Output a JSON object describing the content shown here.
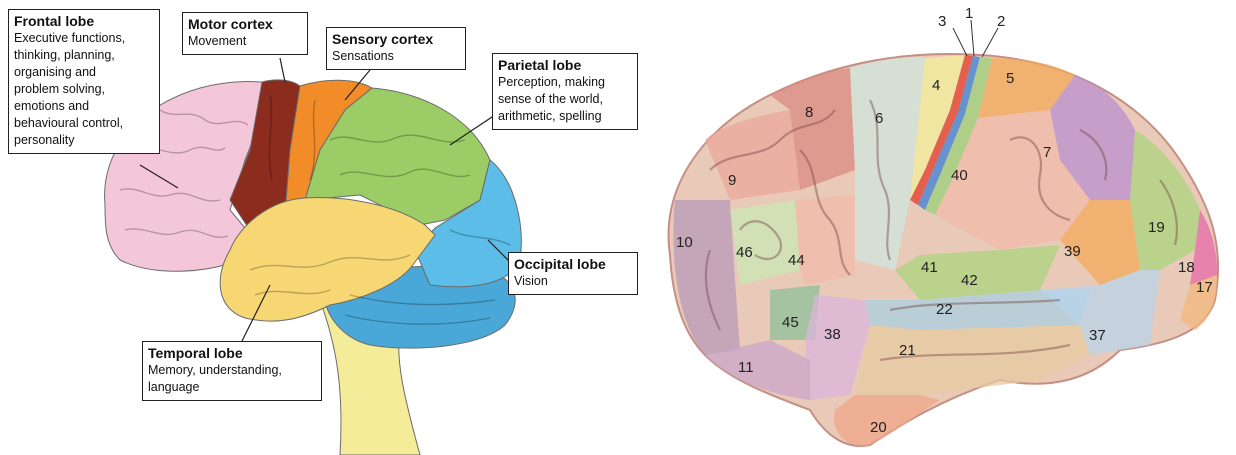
{
  "lobe_diagram": {
    "callouts": [
      {
        "title": "Frontal lobe",
        "desc": "Executive functions,\nthinking, planning,\norganising and\nproblem solving,\nemotions and\nbehavioural control,\npersonality"
      },
      {
        "title": "Motor cortex",
        "desc": "Movement"
      },
      {
        "title": "Sensory cortex",
        "desc": "Sensations"
      },
      {
        "title": "Parietal lobe",
        "desc": "Perception, making\nsense of the world,\narithmetic, spelling"
      },
      {
        "title": "Occipital lobe",
        "desc": "Vision"
      },
      {
        "title": "Temporal lobe",
        "desc": "Memory, understanding,\nlanguage"
      }
    ],
    "colors": {
      "frontal": "#f4c6d9",
      "motor": "#8b2c1e",
      "sensory": "#f28c28",
      "parietal": "#9ccc65",
      "occipital": "#5bbde8",
      "temporal": "#f7d774",
      "cerebellum": "#4aa8d8",
      "brainstem": "#f5ec9a"
    }
  },
  "brodmann_map": {
    "areas": [
      "3",
      "1",
      "2",
      "4",
      "5",
      "8",
      "6",
      "7",
      "9",
      "40",
      "10",
      "46",
      "44",
      "19",
      "41",
      "42",
      "39",
      "18",
      "17",
      "45",
      "22",
      "38",
      "37",
      "21",
      "11",
      "20"
    ]
  }
}
